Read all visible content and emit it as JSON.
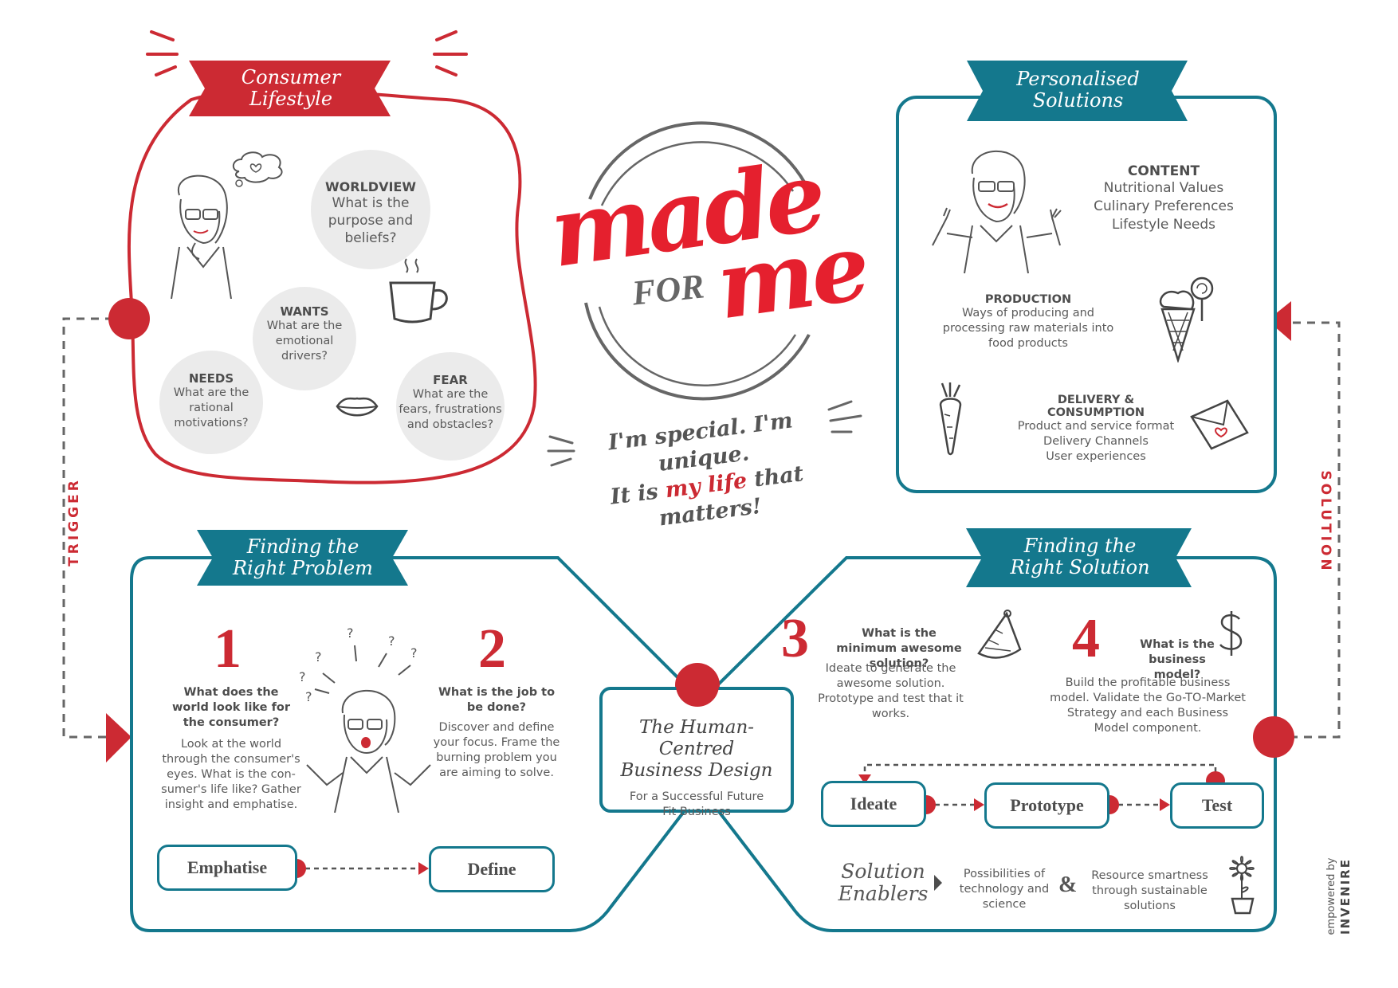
{
  "brand": {
    "made": "made",
    "for": "FOR",
    "me": "me",
    "tagline_line1": "I'm special. I'm unique.",
    "tagline_line2_pre": "It is ",
    "tagline_line2_em": "my life",
    "tagline_line2_post": " that",
    "tagline_line3": "matters!"
  },
  "consumer": {
    "title_line1": "Consumer",
    "title_line2": "Lifestyle",
    "worldview_title": "WORLDVIEW",
    "worldview_text": "What is the purpose and beliefs?",
    "wants_title": "WANTS",
    "wants_text": "What are the emotional drivers?",
    "needs_title": "NEEDS",
    "needs_text": "What are the rational motivations?",
    "fear_title": "FEAR",
    "fear_text": "What are the fears, frustrations and obstacles?"
  },
  "solutions": {
    "title_line1": "Personalised",
    "title_line2": "Solutions",
    "content_title": "CONTENT",
    "content_items": [
      "Nutritional Values",
      "Culinary Preferences",
      "Lifestyle Needs"
    ],
    "production_title": "PRODUCTION",
    "production_text": "Ways of producing and processing raw materials into food products",
    "delivery_title": "DELIVERY & CONSUMPTION",
    "delivery_items": [
      "Product and service format",
      "Delivery Channels",
      "User experiences"
    ]
  },
  "side": {
    "trigger": "TRIGGER",
    "solution": "SOLUTION"
  },
  "problem": {
    "title_line1": "Finding the",
    "title_line2": "Right Problem",
    "step1_num": "1",
    "step1_q": "What does the world look like for the consumer?",
    "step1_text": "Look at the world through the consumer's eyes. What is the con-sumer's life like? Gather insight and emphatise.",
    "step2_num": "2",
    "step2_q": "What is the job to be done?",
    "step2_text": "Discover and define your focus. Frame the burning problem you are aiming to solve.",
    "emphatise": "Emphatise",
    "define": "Define"
  },
  "center": {
    "title_line1": "The Human-Centred",
    "title_line2": "Business Design",
    "subtitle": "For a Successful Future Fit Business"
  },
  "solution_box": {
    "title_line1": "Finding the",
    "title_line2": "Right Solution",
    "step3_num": "3",
    "step3_q": "What is the minimum awesome solution?",
    "step3_text": "Ideate to generate the awesome solution. Prototype and test that it works.",
    "step4_num": "4",
    "step4_q": "What is the business model?",
    "step4_text": "Build the profitable business model. Validate the Go-TO-Market Strategy and each Business Model component.",
    "ideate": "Ideate",
    "prototype": "Prototype",
    "test": "Test",
    "enablers_line1": "Solution",
    "enablers_line2": "Enablers",
    "enabler1": "Possibilities of technology and science",
    "ampersand": "&",
    "enabler2": "Resource smartness through sustainable solutions"
  },
  "footer": {
    "empowered": "empowered by",
    "company": "INVENIRE"
  },
  "colors": {
    "red": "#cc2a33",
    "teal": "#14788d",
    "grey": "#4d4d4d",
    "light_grey": "#ebebeb"
  }
}
